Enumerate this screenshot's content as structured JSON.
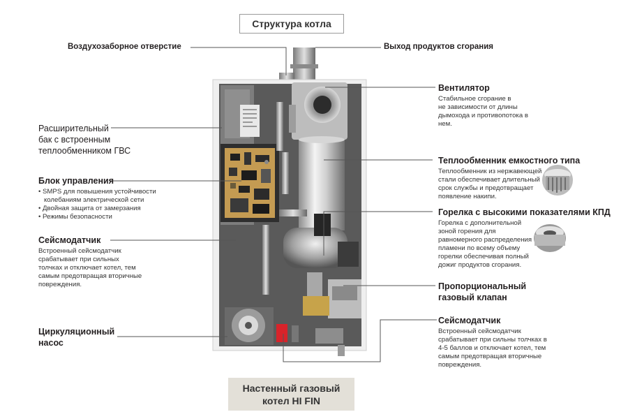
{
  "title": "Структура котла",
  "product": {
    "line1": "Настенный газовый",
    "line2": "котел HI FIN"
  },
  "left": {
    "air_intake": "Воздухозаборное отверстие",
    "expansion_tank": {
      "line1": "Расширительный",
      "line2": "бак с встроенным",
      "line3": "теплообменником ГВС"
    },
    "control_unit": {
      "title": "Блок управления",
      "bullets": [
        "SMPS для повышения устойчивости",
        "колебаниям электрической сети",
        "Двойная защита от замерзания",
        "Режимы безопасности"
      ]
    },
    "seismic_sensor": {
      "title": "Сейсмодатчик",
      "desc": [
        "Встроенный сейсмодатчик",
        "срабатывает при сильных",
        "толчках  и отключает котел, тем",
        "самым предотвращая вторичные",
        "повреждения."
      ]
    },
    "pump": {
      "line1": "Циркуляционный",
      "line2": "насос"
    }
  },
  "right": {
    "exhaust": "Выход продуктов сгорания",
    "fan": {
      "title": "Вентилятор",
      "desc": [
        "Стабильное сгорание в",
        "не зависимости от длины",
        "дымохода и противопотока в",
        "нем."
      ]
    },
    "heat_exchanger": {
      "title": "Теплообменник емкостного типа",
      "desc": [
        "Теплообменник из нержавеющей",
        "стали обеспечивает длительный",
        "срок службы и предотвращает",
        "появление накипи."
      ]
    },
    "burner": {
      "title": "Горелка с высокими показателями КПД",
      "desc": [
        "Горелка  с дополнительной",
        "зоной горения для",
        "равномерного распределения",
        "пламени по всему объему",
        "горелки обеспечивая полный",
        "дожиг продуктов сгорания."
      ]
    },
    "gas_valve": {
      "line1": "Пропорциональный",
      "line2": "газовый клапан"
    },
    "seismic_sensor": {
      "title": "Сейсмодатчик",
      "desc": [
        "Встроенный сейсмодатчик",
        "срабатывает при сильны толчках в",
        "4-5 баллов и отключает котел, тем",
        "самым предотвращая вторичные",
        "повреждения."
      ]
    }
  },
  "colors": {
    "leader_line": "#555555",
    "pump_red": "#d8232a",
    "product_box": "#e3e0d8",
    "boiler_frame": "#eeeeee"
  }
}
